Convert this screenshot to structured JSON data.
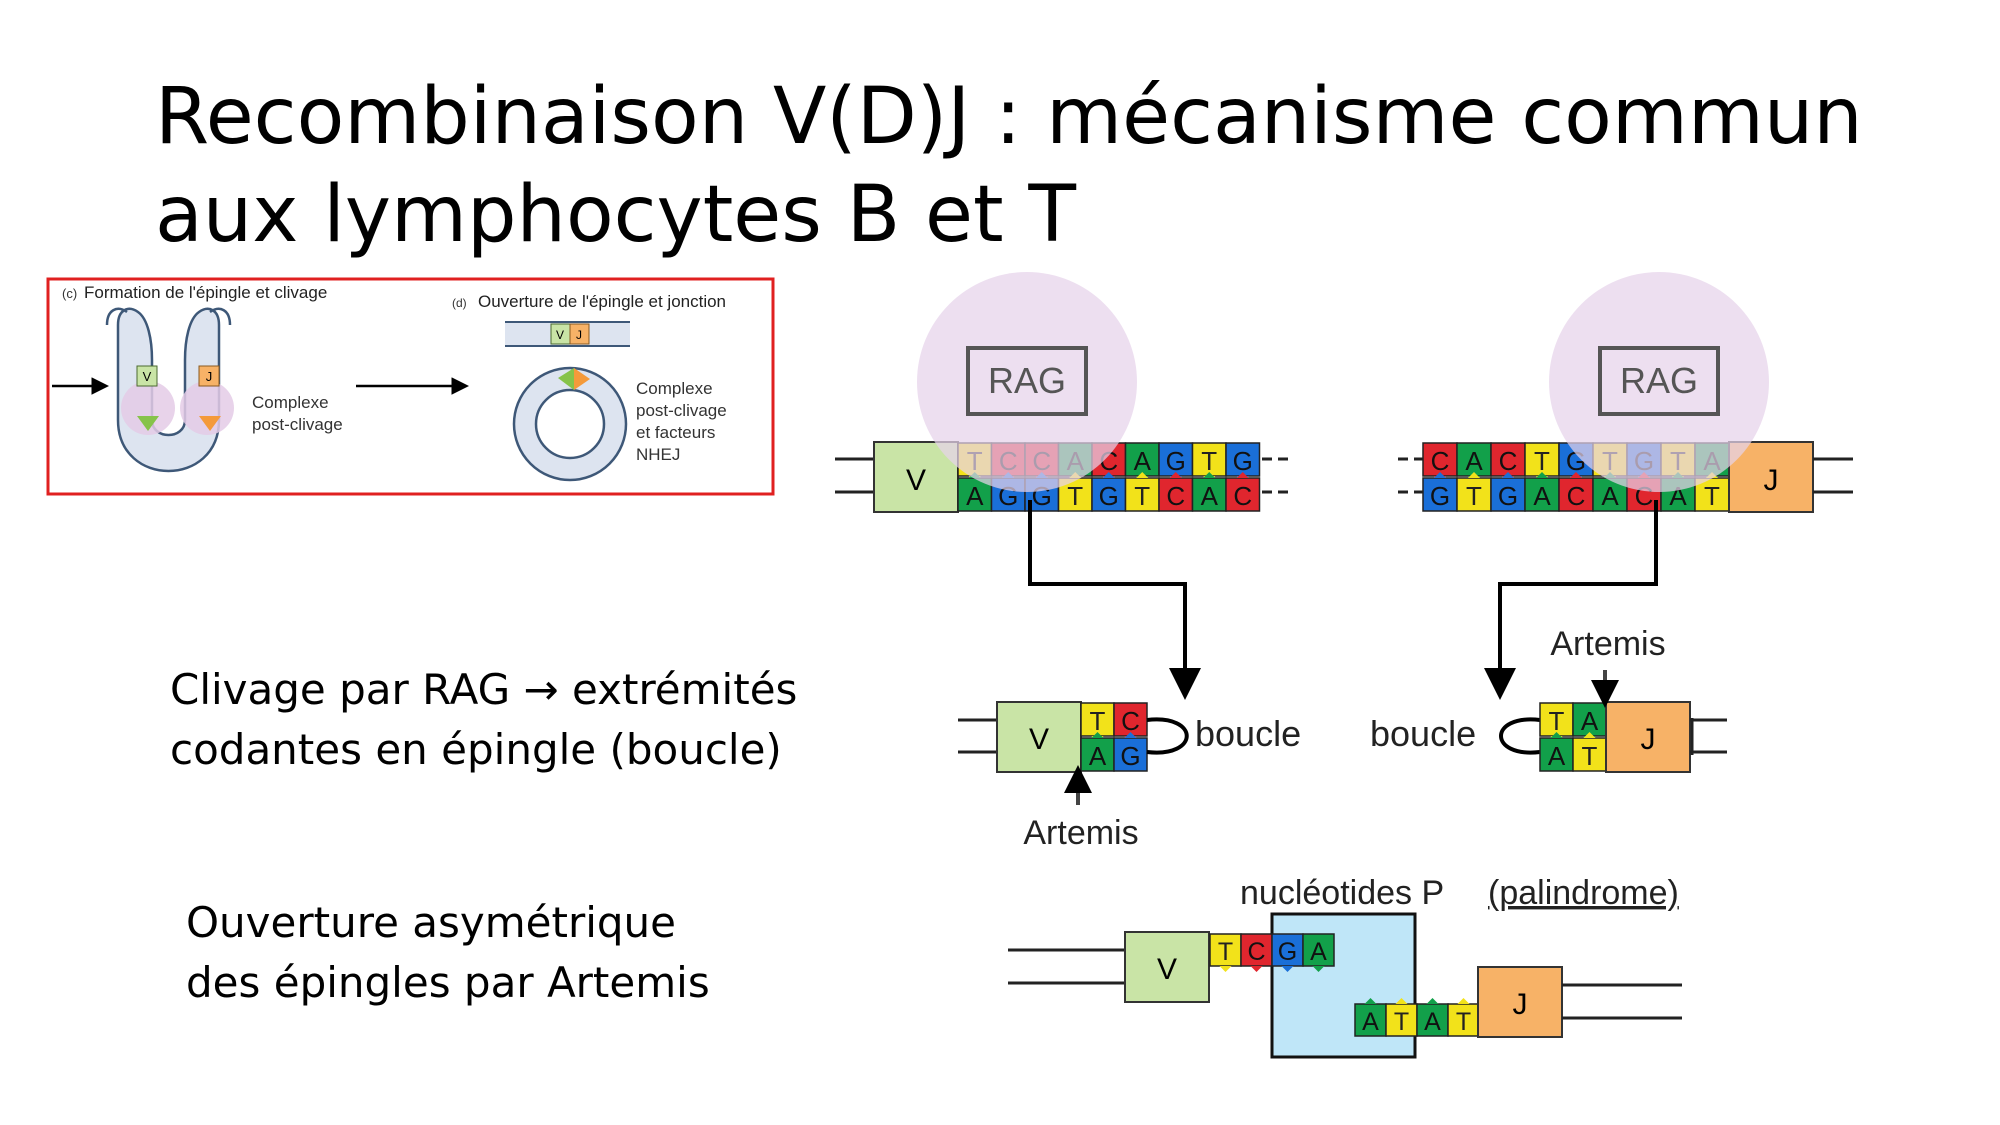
{
  "slide": {
    "title_line1": "Recombinaison V(D)J : mécanisme commun",
    "title_line2": "aux lymphocytes B et T",
    "bullet1_line1": "Clivage par RAG → extrémités",
    "bullet1_line2": "codantes en épingle (boucle)",
    "bullet2_line1": "Ouverture asymétrique",
    "bullet2_line2": "des épingles par Artemis"
  },
  "inset": {
    "panel_c_letter": "(c)",
    "panel_c_title": "Formation de l'épingle et clivage",
    "panel_d_letter": "(d)",
    "panel_d_title": "Ouverture de l'épingle et jonction",
    "complex1_line1": "Complexe",
    "complex1_line2": "post-clivage",
    "complex2_line1": "Complexe",
    "complex2_line2": "post-clivage",
    "complex2_line3": "et facteurs",
    "complex2_line4": "NHEJ",
    "seg_v": "V",
    "seg_j": "J",
    "border_color": "#e02020"
  },
  "diagram": {
    "rag_label": "RAG",
    "seg_v": "V",
    "seg_j": "J",
    "left_top_bases": [
      "T",
      "C",
      "C",
      "A",
      "C",
      "A",
      "G",
      "T",
      "G"
    ],
    "left_bottom_bases": [
      "A",
      "G",
      "G",
      "T",
      "G",
      "T",
      "C",
      "A",
      "C"
    ],
    "right_top_bases": [
      "C",
      "A",
      "C",
      "T",
      "G",
      "T",
      "G",
      "T",
      "A"
    ],
    "right_bottom_bases": [
      "G",
      "T",
      "G",
      "A",
      "C",
      "A",
      "C",
      "A",
      "T"
    ],
    "hairpin_left_top": [
      "T",
      "C"
    ],
    "hairpin_left_bottom": [
      "A",
      "G"
    ],
    "hairpin_right_top": [
      "T",
      "A"
    ],
    "hairpin_right_bottom": [
      "A",
      "T"
    ],
    "loop_label": "boucle",
    "artemis_label": "Artemis",
    "p_nucleotides_label": "nucléotides P",
    "palindrome_label": "(palindrome)",
    "final_top_bases": [
      "T",
      "C",
      "G",
      "A"
    ],
    "final_bottom_bases": [
      "A",
      "T",
      "A",
      "T"
    ],
    "base_colors": {
      "A": "#12a04a",
      "T": "#f2e21a",
      "G": "#1a6fd8",
      "C": "#e0262e"
    },
    "v_color": "#c9e4a6",
    "j_color": "#f7b267",
    "rag_halo_color": "#e6d2ea",
    "palindrome_box_color": "#bfe6f8"
  }
}
